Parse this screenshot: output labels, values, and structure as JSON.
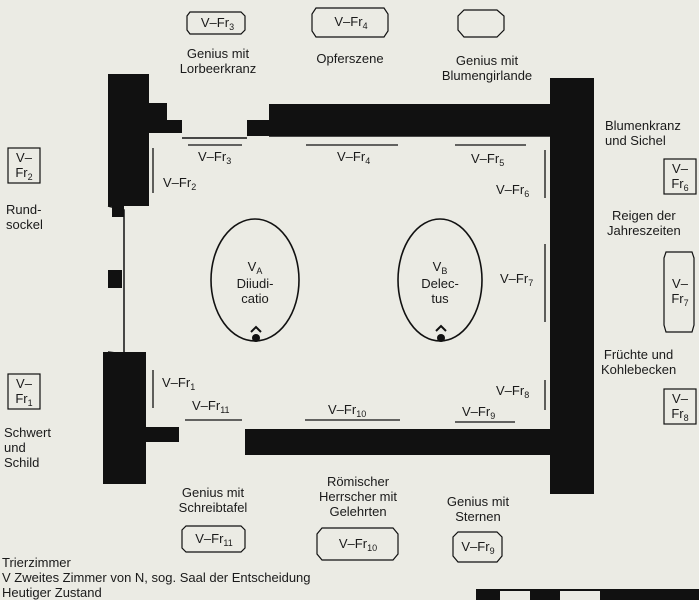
{
  "frescoes": {
    "fr1": {
      "prefix": "V–",
      "main": "Fr",
      "sub": "1",
      "caption": "Schwert und Schild"
    },
    "fr2": {
      "prefix": "V–",
      "main": "Fr",
      "sub": "2",
      "caption": "Rund-sockel"
    },
    "fr3": {
      "prefix": "V–",
      "main": "Fr",
      "sub": "3",
      "caption": "Genius mit Lorbeerkranz"
    },
    "fr4": {
      "prefix": "V–",
      "main": "Fr",
      "sub": "4",
      "caption": "Opferszene"
    },
    "fr5": {
      "prefix": "V–",
      "main": "Fr",
      "sub": "5",
      "caption": "Genius mit Blumengirlande"
    },
    "fr6": {
      "prefix": "V–",
      "main": "Fr",
      "sub": "6",
      "caption": "Blumenkranz und Sichel"
    },
    "fr7": {
      "prefix": "V–",
      "main": "Fr",
      "sub": "7",
      "caption": "Reigen der Jahreszeiten"
    },
    "fr8": {
      "prefix": "V–",
      "main": "Fr",
      "sub": "8",
      "caption": "Früchte und Kohlebecken"
    },
    "fr9": {
      "prefix": "V–",
      "main": "Fr",
      "sub": "9",
      "caption": "Genius mit Sternen"
    },
    "fr10": {
      "prefix": "V–",
      "main": "Fr",
      "sub": "10",
      "caption": "Römischer Herrscher mit Gelehrten"
    },
    "fr11": {
      "prefix": "V–",
      "main": "Fr",
      "sub": "11",
      "caption": "Genius mit Schreibtafel"
    }
  },
  "captions": {
    "rundsockel_1": "Rund-",
    "rundsockel_2": "sockel",
    "schwert_1": "Schwert",
    "schwert_2": "und",
    "schwert_3": "Schild",
    "lorbeer_1": "Genius mit",
    "lorbeer_2": "Lorbeerkranz",
    "opfer": "Opferszene",
    "girlande_1": "Genius mit",
    "girlande_2": "Blumengirlande",
    "blumenkranz_1": "Blumenkranz",
    "blumenkranz_2": "und Sichel",
    "reigen_1": "Reigen der",
    "reigen_2": "Jahreszeiten",
    "fruechte_1": "Früchte und",
    "fruechte_2": "Kohlebecken",
    "schreib_1": "Genius mit",
    "schreib_2": "Schreibtafel",
    "herrscher_1": "Römischer",
    "herrscher_2": "Herrscher mit",
    "herrscher_3": "Gelehrten",
    "sterne_1": "Genius mit",
    "sterne_2": "Sternen"
  },
  "ovals": {
    "a": {
      "main": "V",
      "sub": "A",
      "line1": "Diiudi-",
      "line2": "catio"
    },
    "b": {
      "main": "V",
      "sub": "B",
      "line1": "Delec-",
      "line2": "tus"
    }
  },
  "legend": {
    "line1": "Trierzimmer",
    "line2": "V Zweites Zimmer von N, sog. Saal der Entscheidung",
    "line3": "Heutiger Zustand"
  }
}
